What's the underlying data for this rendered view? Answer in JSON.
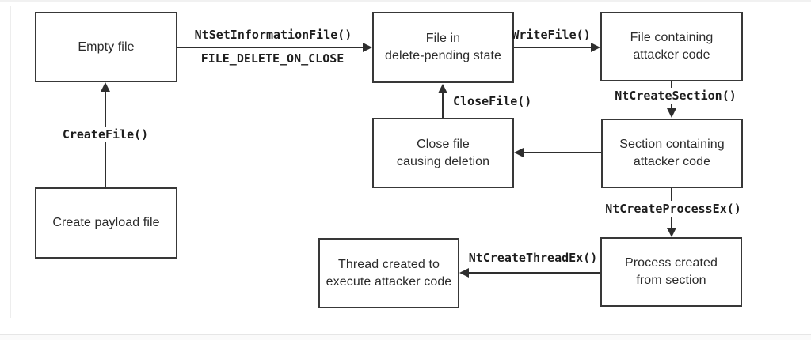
{
  "frame": {
    "top_strip_color": "#f1f1f1",
    "top_strip_border": "#bcbcbc",
    "panel_border": "#ededed",
    "bottom_strip_color": "#fafafa",
    "bottom_strip_border": "#e6e6e6"
  },
  "colors": {
    "background": "#ffffff",
    "box_border": "#383838",
    "box_text": "#2b2b2b",
    "arrow_line": "#2e2e2e",
    "label_text": "#1d1d1d"
  },
  "diagram": {
    "type": "flowchart",
    "boxes": [
      {
        "id": "empty-file",
        "lines": [
          "Empty file"
        ]
      },
      {
        "id": "file-in-delete-pending-state",
        "lines": [
          "File in",
          "delete-pending state"
        ]
      },
      {
        "id": "file-containing-attacker-code",
        "lines": [
          "File containing",
          "attacker code"
        ]
      },
      {
        "id": "close-file-causing-deletion",
        "lines": [
          "Close file",
          "causing deletion"
        ]
      },
      {
        "id": "section-containing-attacker-code",
        "lines": [
          "Section containing",
          "attacker code"
        ]
      },
      {
        "id": "create-payload-file",
        "lines": [
          "Create payload file"
        ]
      },
      {
        "id": "thread-created-to-execute-attacker-code",
        "lines": [
          "Thread created to",
          "execute attacker code"
        ]
      },
      {
        "id": "process-created-from-section",
        "lines": [
          "Process created",
          "from section"
        ]
      }
    ],
    "arrow_labels": {
      "create_file": "CreateFile()",
      "nt_set_information_file": "NtSetInformationFile()",
      "file_delete_on_close": "FILE_DELETE_ON_CLOSE",
      "write_file": "WriteFile()",
      "close_file": "CloseFile()",
      "nt_create_section": "NtCreateSection()",
      "nt_create_process_ex": "NtCreateProcessEx()",
      "nt_create_thread_ex": "NtCreateThreadEx()"
    },
    "edges": [
      {
        "from": "create-payload-file",
        "to": "empty-file",
        "direction": "up",
        "label": "CreateFile()"
      },
      {
        "from": "empty-file",
        "to": "file-in-delete-pending-state",
        "direction": "right",
        "label": "NtSetInformationFile() FILE_DELETE_ON_CLOSE"
      },
      {
        "from": "file-in-delete-pending-state",
        "to": "file-containing-attacker-code",
        "direction": "right",
        "label": "WriteFile()"
      },
      {
        "from": "file-containing-attacker-code",
        "to": "section-containing-attacker-code",
        "direction": "down",
        "label": "NtCreateSection()"
      },
      {
        "from": "section-containing-attacker-code",
        "to": "close-file-causing-deletion",
        "direction": "left",
        "label": ""
      },
      {
        "from": "close-file-causing-deletion",
        "to": "file-in-delete-pending-state",
        "direction": "up",
        "label": "CloseFile()"
      },
      {
        "from": "section-containing-attacker-code",
        "to": "process-created-from-section",
        "direction": "down",
        "label": "NtCreateProcessEx()"
      },
      {
        "from": "process-created-from-section",
        "to": "thread-created-to-execute-attacker-code",
        "direction": "left",
        "label": "NtCreateThreadEx()"
      }
    ]
  }
}
